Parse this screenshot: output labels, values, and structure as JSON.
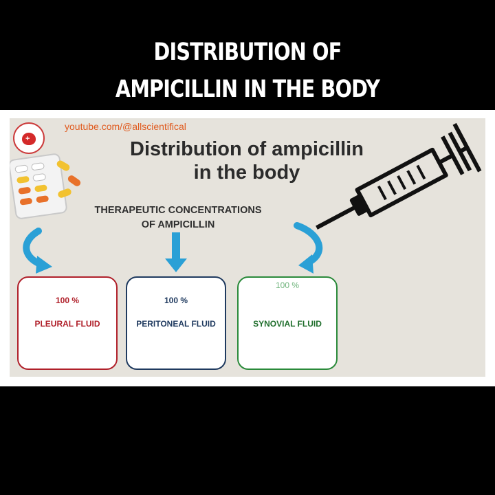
{
  "header": {
    "line1": "DISTRIBUTION OF",
    "line2": "AMPICILLIN IN THE BODY"
  },
  "slide": {
    "channel": "youtube.com/@allscientifical",
    "title_line1": "Distribution of ampicillin",
    "title_line2": "in the body",
    "subtitle_line1": "THERAPEUTIC CONCENTRATIONS",
    "subtitle_line2": "OF AMPICILLIN",
    "boxes": [
      {
        "percent": "100 %",
        "fluid": "PLEURAL FLUID",
        "color": "#b0202a"
      },
      {
        "percent": "100 %",
        "fluid": "PERITONEAL FLUID",
        "color": "#1f3a5f"
      },
      {
        "percent": "100 %",
        "fluid": "SYNOVIAL FLUID",
        "color": "#2a8a3a"
      }
    ],
    "arrow_color": "#2aa0d6",
    "icons": [
      "logo-icon",
      "pills-icon",
      "syringe-icon",
      "curved-arrow-icon",
      "down-arrow-icon"
    ]
  }
}
